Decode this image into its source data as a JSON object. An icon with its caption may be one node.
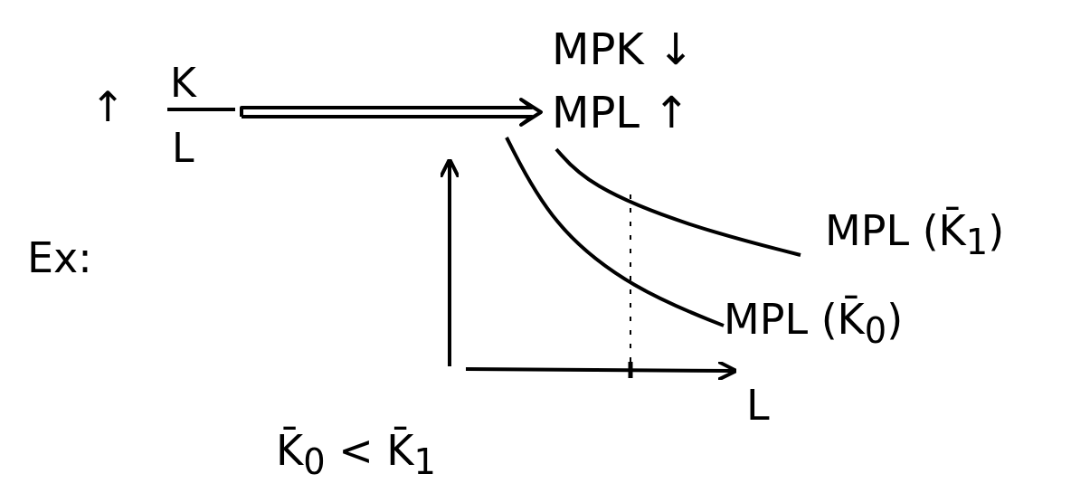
{
  "diagram": {
    "nodes": [
      {
        "text": [
          "↑",
          "K",
          "L"
        ]
      },
      {
        "text": [
          "MPK ↓",
          "MPL ↑"
        ]
      }
    ],
    "edges": [
      {
        "from": 0,
        "to": 1,
        "arrow": "to"
      }
    ],
    "labels": [
      "Ex:",
      "MPL (K̄$_{1}$)",
      "MPL (K̄$_{0}$)",
      "L",
      "K̄$_{0}$ < K̄$_{1}$"
    ]
  }
}
